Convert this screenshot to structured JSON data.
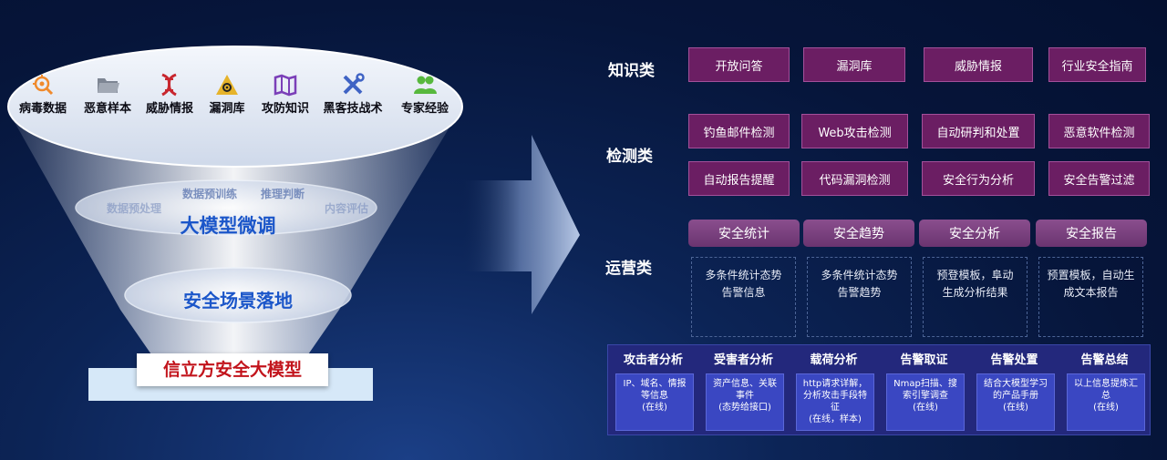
{
  "funnel": {
    "sources": [
      {
        "label": "病毒数据",
        "icon": "virus-search-icon",
        "color": "#f08a2c"
      },
      {
        "label": "恶意样本",
        "icon": "folder-icon",
        "color": "#7d8593"
      },
      {
        "label": "威胁情报",
        "icon": "dna-icon",
        "color": "#c8262e"
      },
      {
        "label": "漏洞库",
        "icon": "biohazard-icon",
        "color": "#e6b32a"
      },
      {
        "label": "攻防知识",
        "icon": "map-icon",
        "color": "#7b3fb8"
      },
      {
        "label": "黑客技战术",
        "icon": "tools-icon",
        "color": "#3f63c4"
      },
      {
        "label": "专家经验",
        "icon": "experts-icon",
        "color": "#57b83d"
      }
    ],
    "stage2_subs": [
      "数据预处理",
      "数据预训练",
      "推理判断",
      "内容评估"
    ],
    "stage2_title": "大模型微调",
    "stage3_title": "安全场景落地",
    "base_label": "信立方安全大模型"
  },
  "knowledge": {
    "label": "知识类",
    "items": [
      "开放问答",
      "漏洞库",
      "威胁情报",
      "行业安全指南"
    ]
  },
  "detection": {
    "label": "检测类",
    "row1": [
      "钓鱼邮件检测",
      "Web攻击检测",
      "自动研判和处置",
      "恶意软件检测"
    ],
    "row2": [
      "自动报告提醒",
      "代码漏洞检测",
      "安全行为分析",
      "安全告警过滤"
    ]
  },
  "operations": {
    "label": "运营类",
    "pills": [
      "安全统计",
      "安全趋势",
      "安全分析",
      "安全报告"
    ],
    "descriptions": [
      [
        "多条件统计态势",
        "告警信息"
      ],
      [
        "多条件统计态势",
        "告警趋势"
      ],
      [
        "预登模板，阜动",
        "生成分析结果"
      ],
      [
        "预置模板，自动生",
        "成文本报告"
      ]
    ]
  },
  "analysis": [
    {
      "title": "攻击者分析",
      "lines": [
        "IP、域名、情报",
        "等信息",
        "(在线)"
      ]
    },
    {
      "title": "受害者分析",
      "lines": [
        "资产信息、关联",
        "事件",
        "(态势给接口)"
      ]
    },
    {
      "title": "载荷分析",
      "lines": [
        "http请求详解，",
        "分析攻击手段特",
        "征",
        "(在线，样本)"
      ]
    },
    {
      "title": "告警取证",
      "lines": [
        "Nmap扫描、搜",
        "索引擎调查",
        "(在线)"
      ]
    },
    {
      "title": "告警处置",
      "lines": [
        "结合大模型学习",
        "的产品手册",
        "(在线)"
      ]
    },
    {
      "title": "告警总结",
      "lines": [
        "以上信息提炼汇",
        "总",
        "(在线)"
      ]
    }
  ]
}
